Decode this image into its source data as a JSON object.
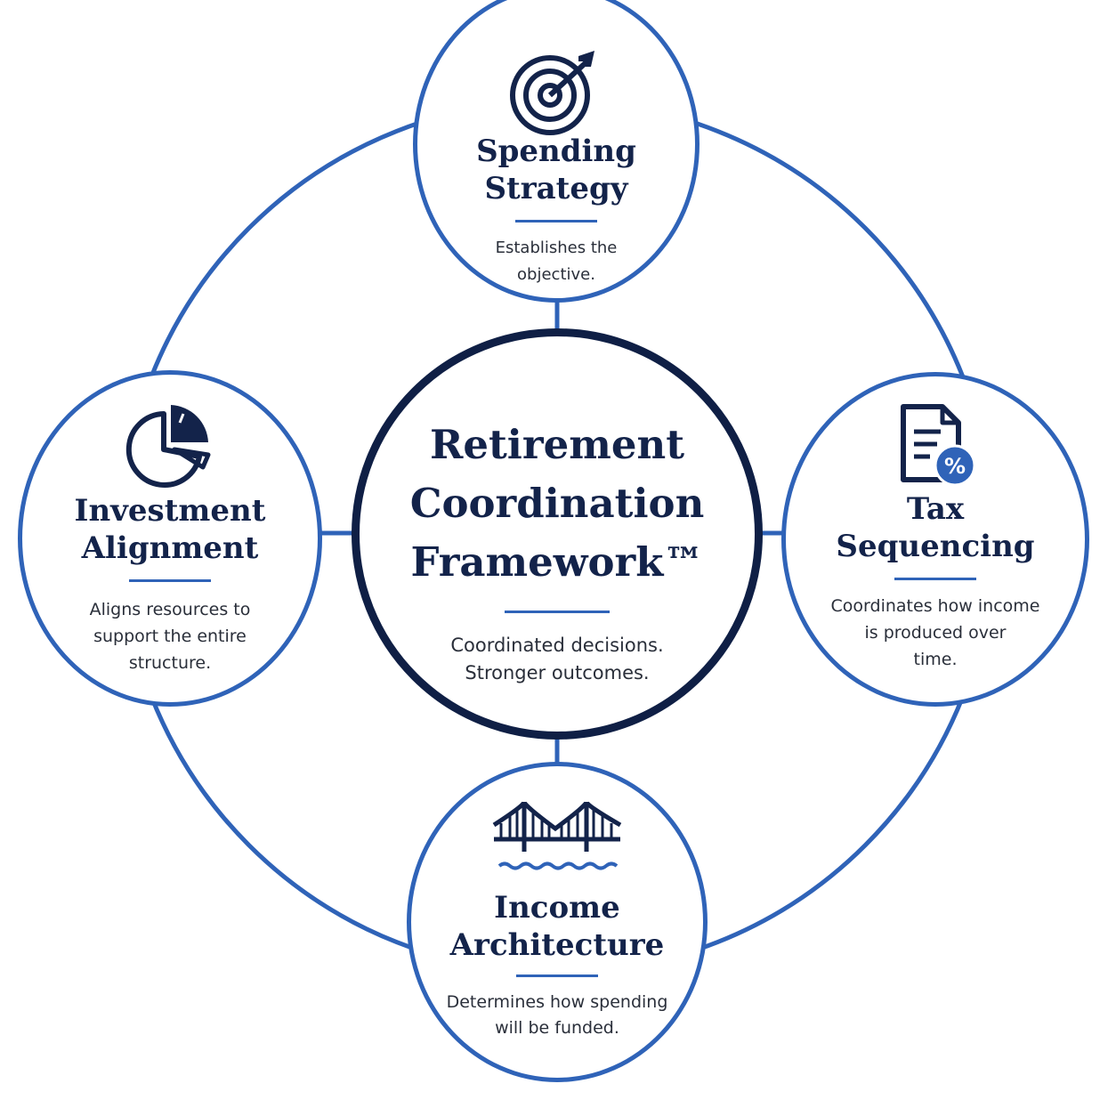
{
  "center": {
    "title": "Retirement\nCoordination\nFramework™",
    "description": "Coordinated decisions.\nStronger outcomes."
  },
  "nodes": {
    "spending": {
      "title": "Spending\nStrategy",
      "description": "Establishes the\nobjective.",
      "icon": "target-arrow-icon"
    },
    "investment": {
      "title": "Investment\nAlignment",
      "description": "Aligns resources to\nsupport the entire\nstructure.",
      "icon": "pie-chart-icon"
    },
    "tax": {
      "title": "Tax\nSequencing",
      "description": "Coordinates how income\nis produced over\ntime.",
      "icon": "document-percent-icon"
    },
    "income": {
      "title": "Income\nArchitecture",
      "description": "Determines how spending\nwill be funded.",
      "icon": "bridge-icon"
    }
  },
  "colors": {
    "accent": "#2f63b8",
    "navy": "#13234a",
    "center_border": "#0f1f45",
    "text": "#2a2f3a"
  }
}
